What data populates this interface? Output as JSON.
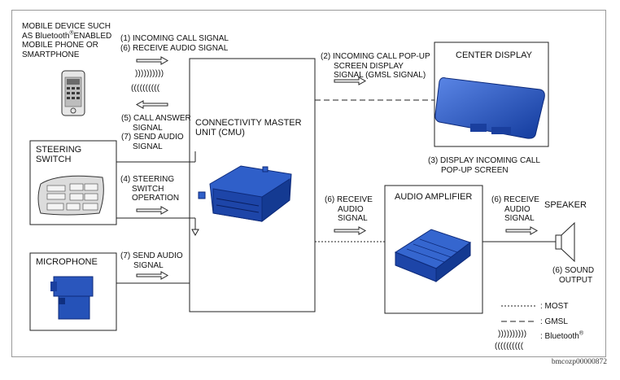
{
  "mobile_device": {
    "line1": "MOBILE DEVICE SUCH",
    "line2_pre": "AS Bluetooth",
    "line2_post": "ENABLED",
    "line3": "MOBILE PHONE OR",
    "line4": "SMARTPHONE",
    "registered_mark": "®"
  },
  "signals": {
    "s1": "(1) INCOMING CALL SIGNAL",
    "s6_receive_audio": "(6) RECEIVE AUDIO SIGNAL",
    "s5_l1": "(5) CALL ANSWER",
    "s5_l2": "SIGNAL",
    "s7_l1": "(7) SEND AUDIO",
    "s7_l2": "SIGNAL",
    "s2_l1": "(2) INCOMING CALL POP-UP",
    "s2_l2": "SCREEN DISPLAY",
    "s2_l3": "SIGNAL (GMSL SIGNAL)",
    "s4_l1": "(4) STEERING",
    "s4_l2": "SWITCH",
    "s4_l3": "OPERATION",
    "s6_cmu_l1": "(6) RECEIVE",
    "s6_cmu_l2": "AUDIO",
    "s6_cmu_l3": "SIGNAL",
    "s6_amp_l1": "(6) RECEIVE",
    "s6_amp_l2": "AUDIO",
    "s6_amp_l3": "SIGNAL",
    "s7_mic_l1": "(7) SEND AUDIO",
    "s7_mic_l2": "SIGNAL",
    "s3_l1": "(3) DISPLAY INCOMING CALL",
    "s3_l2": "POP-UP SCREEN",
    "s6_sound_l1": "(6) SOUND",
    "s6_sound_l2": "OUTPUT"
  },
  "blocks": {
    "cmu_l1": "CONNECTIVITY MASTER",
    "cmu_l2": "UNIT (CMU)",
    "center_display": "CENTER DISPLAY",
    "steering_l1": "STEERING",
    "steering_l2": "SWITCH",
    "microphone": "MICROPHONE",
    "audio_amplifier": "AUDIO AMPLIFIER",
    "speaker": "SPEAKER"
  },
  "legend": {
    "most": ": MOST",
    "gmsl": ": GMSL",
    "bluetooth": ": Bluetooth",
    "registered_mark": "®"
  },
  "wave_out": "))))))))))",
  "wave_in": "((((((((((",
  "image_code": "bmcozp00000872",
  "colors": {
    "device_blue": "#1f4fb5",
    "device_dark": "#0d2a7a",
    "line": "#222222"
  }
}
